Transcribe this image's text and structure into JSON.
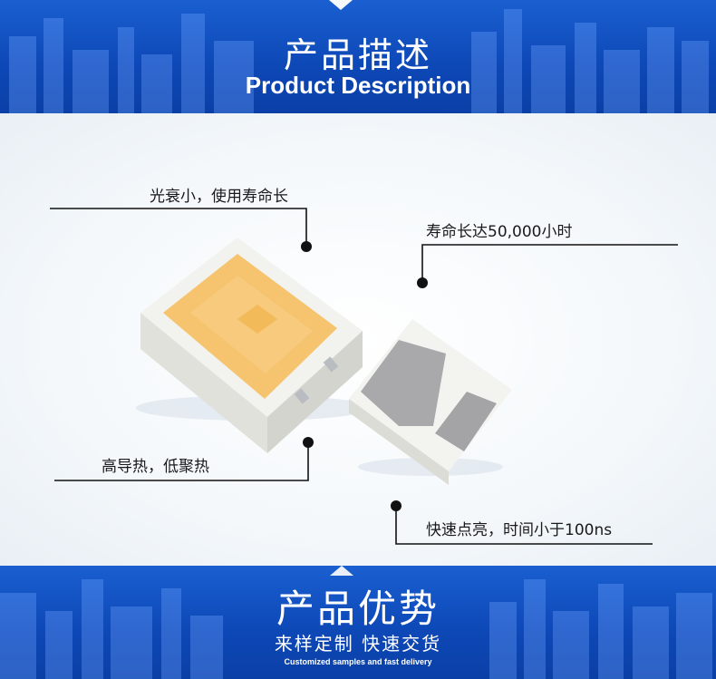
{
  "top_banner": {
    "title_cn": "产品描述",
    "title_en": "Product Description"
  },
  "features": {
    "feature_1": "光衰小，使用寿命长",
    "feature_2": "寿命长达50,000小时",
    "feature_3": "高导热，低聚热",
    "feature_4": "快速点亮，时间小于100ns"
  },
  "bottom_banner": {
    "title_cn": "产品优势",
    "subtitle_cn": "来样定制 快速交货",
    "subtitle_en": "Customized samples and fast delivery"
  },
  "colors": {
    "banner_blue": "#1352c4",
    "phosphor_yellow": "#f6c46e",
    "leader_line": "#111111"
  }
}
